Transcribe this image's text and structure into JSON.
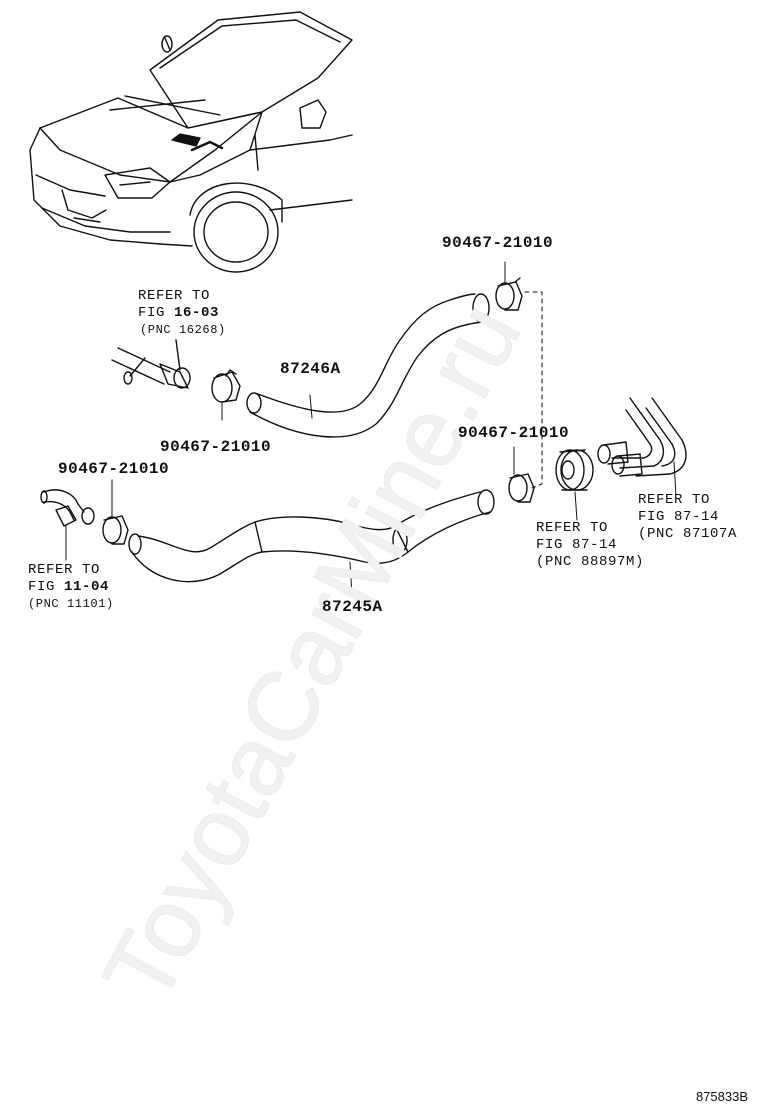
{
  "watermark": "ToyotaCarMine.ru",
  "figure_id": "875833B",
  "parts": {
    "hose_upper": "87246A",
    "hose_lower": "87245A",
    "clamp_top_right": "90467-21010",
    "clamp_upper_left": "90467-21010",
    "clamp_middle_right": "90467-21010",
    "clamp_lower_left": "90467-21010"
  },
  "refs": {
    "ref_16_03": {
      "line1": "REFER TO",
      "line2_prefix": "FIG ",
      "line2_fig": "16-03",
      "line3": "(PNC 16268)"
    },
    "ref_11_04": {
      "line1": "REFER TO",
      "line2_prefix": "FIG ",
      "line2_fig": "11-04",
      "line3": "(PNC 11101)"
    },
    "ref_87_14_a": {
      "line1": "REFER TO",
      "line2": "FIG 87-14",
      "line3": "(PNC 88897M)"
    },
    "ref_87_14_b": {
      "line1": "REFER TO",
      "line2": "FIG 87-14",
      "line3": "(PNC 87107A"
    }
  }
}
